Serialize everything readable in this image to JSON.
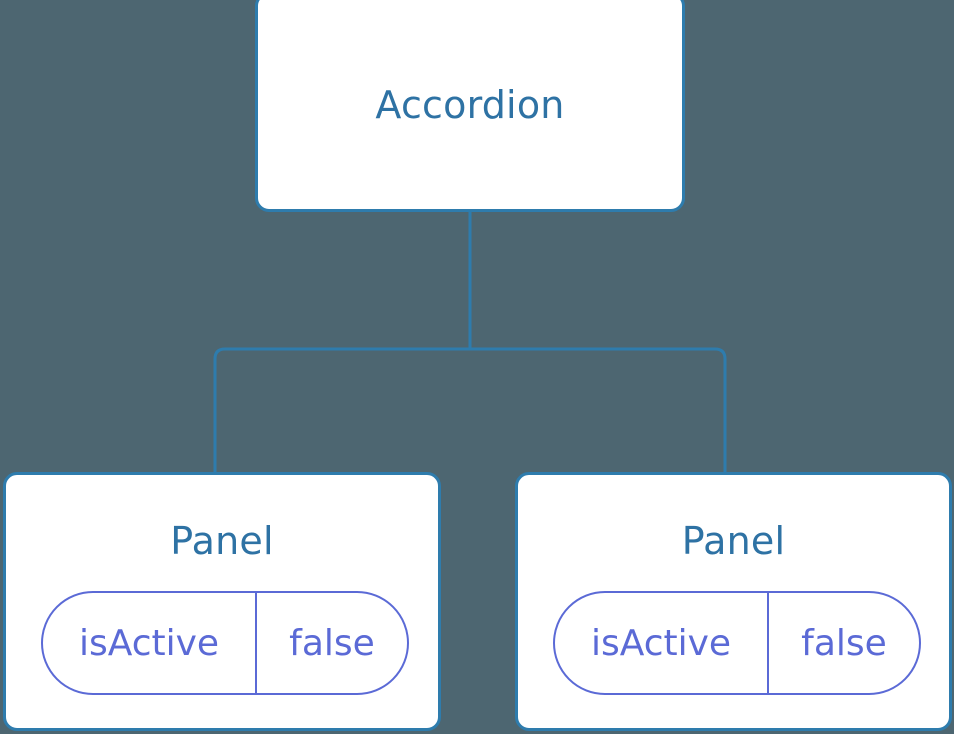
{
  "diagram": {
    "type": "component-tree",
    "background_color": "#4d6671",
    "node_fill_color": "#ffffff",
    "node_border_color": "#2e7cad",
    "title_text_color": "#2e72a4",
    "state_pill_color": "#5b6ad6",
    "connector_color": "#2e7cad",
    "root": {
      "id": "accordion",
      "title": "Accordion",
      "state": null
    },
    "children": [
      {
        "id": "panel-left",
        "title": "Panel",
        "state": {
          "key": "isActive",
          "value": "false"
        }
      },
      {
        "id": "panel-right",
        "title": "Panel",
        "state": {
          "key": "isActive",
          "value": "false"
        }
      }
    ],
    "edges": [
      {
        "from": "accordion",
        "to": "panel-left"
      },
      {
        "from": "accordion",
        "to": "panel-right"
      }
    ]
  }
}
